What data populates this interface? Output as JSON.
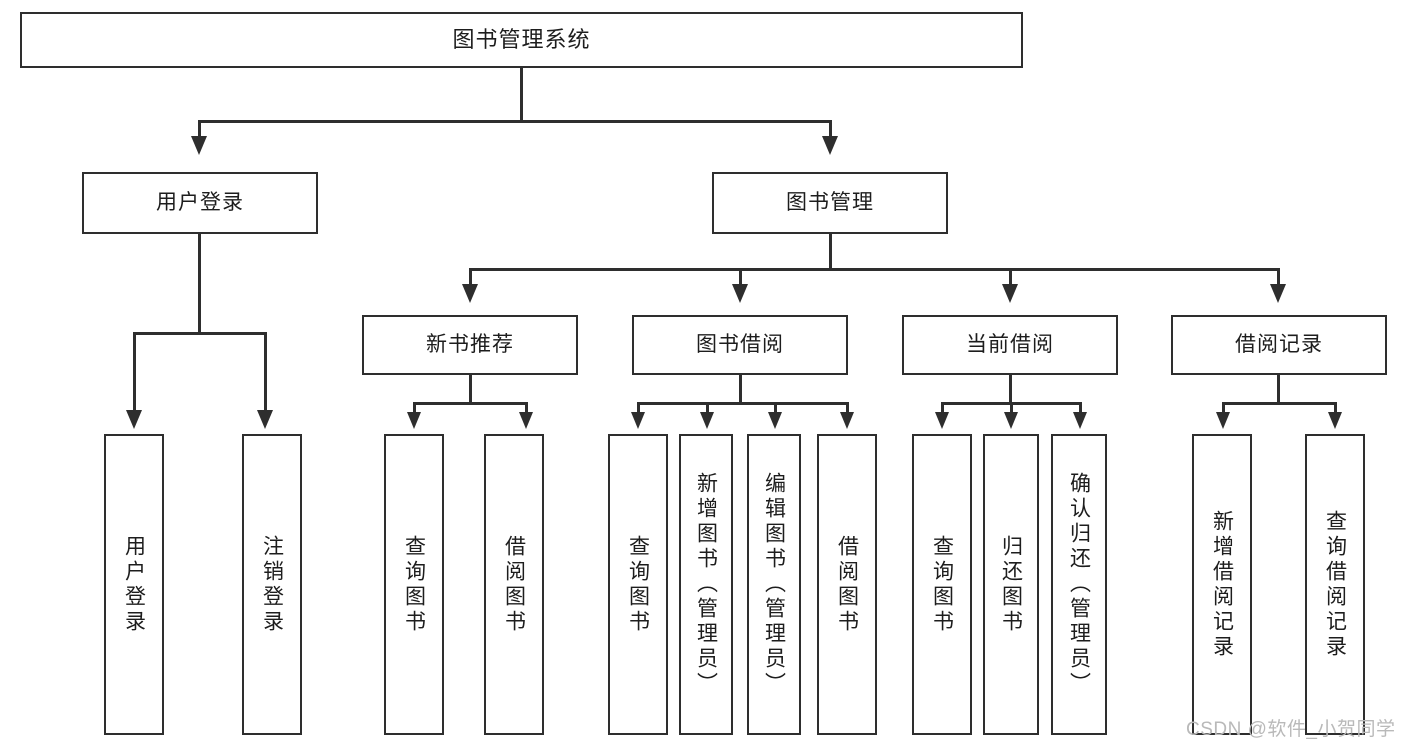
{
  "diagram": {
    "type": "tree-hierarchy",
    "root": {
      "label": "图书管理系统"
    },
    "level1": [
      {
        "label": "用户登录"
      },
      {
        "label": "图书管理"
      }
    ],
    "level2": [
      {
        "label": "新书推荐"
      },
      {
        "label": "图书借阅"
      },
      {
        "label": "当前借阅"
      },
      {
        "label": "借阅记录"
      }
    ],
    "leaves": {
      "user_login": [
        {
          "label": "用户登录"
        },
        {
          "label": "注销登录"
        }
      ],
      "new_book_recommend": [
        {
          "label": "查询图书"
        },
        {
          "label": "借阅图书"
        }
      ],
      "book_borrow": [
        {
          "label": "查询图书"
        },
        {
          "label": "新增图书（管理员）"
        },
        {
          "label": "编辑图书（管理员）"
        },
        {
          "label": "借阅图书"
        }
      ],
      "current_borrow": [
        {
          "label": "查询图书"
        },
        {
          "label": "归还图书"
        },
        {
          "label": "确认归还（管理员）"
        }
      ],
      "borrow_record": [
        {
          "label": "新增借阅记录"
        },
        {
          "label": "查询借阅记录"
        }
      ]
    }
  },
  "watermark": {
    "text": "CSDN @软件_小贺同学"
  },
  "colors": {
    "stroke": "#2e2e2e",
    "background": "#ffffff",
    "text": "#1d1d1d",
    "watermark": "#b9b9b9"
  }
}
